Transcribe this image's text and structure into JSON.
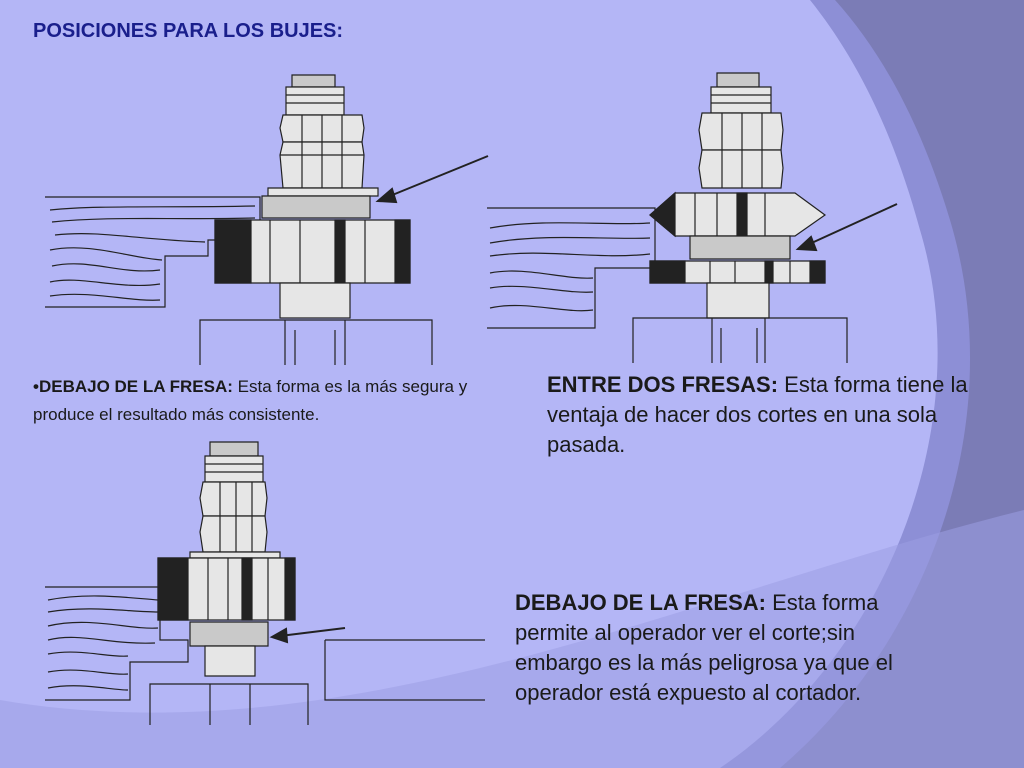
{
  "slide": {
    "title": "POSICIONES PARA LOS BUJES:",
    "captions": [
      {
        "label": "•DEBAJO DE LA FRESA:",
        "text": " Esta forma es la más segura y produce el resultado más consistente."
      },
      {
        "label": "ENTRE DOS FRESAS:",
        "text": " Esta forma tiene la ventaja de hacer dos cortes en una sola pasada."
      },
      {
        "label": "DEBAJO DE LA FRESA:",
        "text": " Esta forma permite al operador ver el corte;sin embargo es la más peligrosa ya que el operador está expuesto al cortador."
      }
    ]
  },
  "colors": {
    "background": "#b4b6f6",
    "title": "#1a1f8c",
    "text": "#1a1a1a",
    "bushing": "#c9c9c9",
    "arrow": "#222222"
  }
}
